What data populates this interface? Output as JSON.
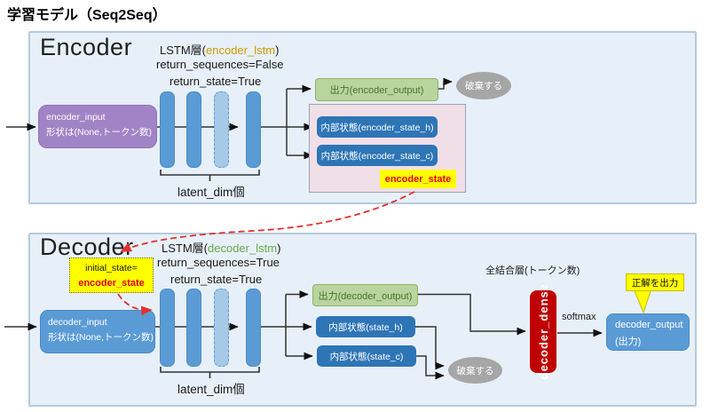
{
  "title": "学習モデル（Seq2Seq）",
  "colors": {
    "panel_bg": "#e7f0f8",
    "bar_blue": "#5b9bd5",
    "bar_ghost": "#a7c9e8",
    "state_blue": "#2e75b6",
    "input_purple": "#a184c5",
    "output_green": "#b9d49e",
    "dense_red": "#c00000",
    "highlight_yellow": "#ffff00",
    "discard_gray": "#a6a6a6",
    "arrow_red": "#e33030",
    "lstm_name_orange": "#d09a00",
    "lstm_name_green": "#6aa84f"
  },
  "encoder": {
    "label": "Encoder",
    "lstm_prefix": "LSTM層(",
    "lstm_name": "encoder_lstm",
    "lstm_suffix": ")",
    "return_sequences": "return_sequences=False",
    "return_state": "return_state=True",
    "input_line1": "encoder_input",
    "input_line2": "形状は(None,トークン数)",
    "latent_label": "latent_dim個",
    "output_box": "出力(encoder_output)",
    "state_h_box": "内部状態(encoder_state_h)",
    "state_c_box": "内部状態(encoder_state_c)",
    "state_tag": "encoder_state",
    "discard_label": "破棄する"
  },
  "decoder": {
    "label": "Decoder",
    "lstm_prefix": "LSTM層(",
    "lstm_name": "decoder_lstm",
    "lstm_suffix": ")",
    "return_sequences": "return_sequences=True",
    "return_state": "return_state=True",
    "initial_state_line1": "initial_state=",
    "initial_state_line2": "encoder_state",
    "input_line1": "decoder_input",
    "input_line2": "形状は(None,トークン数)",
    "latent_label": "latent_dim個",
    "output_box": "出力(decoder_output)",
    "state_h_box": "内部状態(state_h)",
    "state_c_box": "内部状態(state_c)",
    "discard_label": "破棄する",
    "dense_layer_label": "全結合層(トークン数)",
    "dense_box": "decoder_dense",
    "softmax_label": "softmax",
    "final_output_line1": "decoder_output",
    "final_output_line2": "(出力)",
    "callout": "正解を出力"
  }
}
